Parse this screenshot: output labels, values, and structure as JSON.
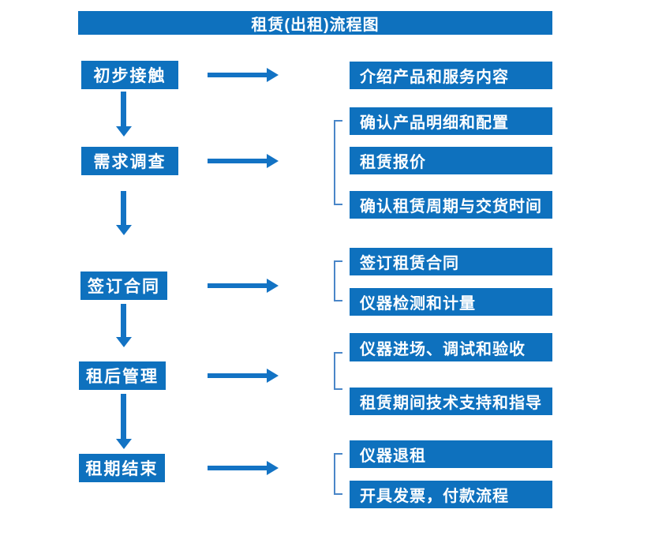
{
  "title": "租赁(出租)流程图",
  "colors": {
    "box-blue": "#0e71be",
    "arrow-blue": "#1373c4",
    "bracket-blue": "#4a86c8",
    "text-white": "#ffffff"
  },
  "steps": [
    {
      "label": "初步接触",
      "details": [
        "介绍产品和服务内容"
      ]
    },
    {
      "label": "需求调查",
      "details": [
        "确认产品明细和配置",
        "租赁报价",
        "确认租赁周期与交货时间"
      ]
    },
    {
      "label": "签订合同",
      "details": [
        "签订租赁合同",
        "仪器检测和计量"
      ]
    },
    {
      "label": "租后管理",
      "details": [
        "仪器进场、调试和验收",
        "租赁期间技术支持和指导"
      ]
    },
    {
      "label": "租期结束",
      "details": [
        "仪器退租",
        "开具发票，付款流程"
      ]
    }
  ]
}
